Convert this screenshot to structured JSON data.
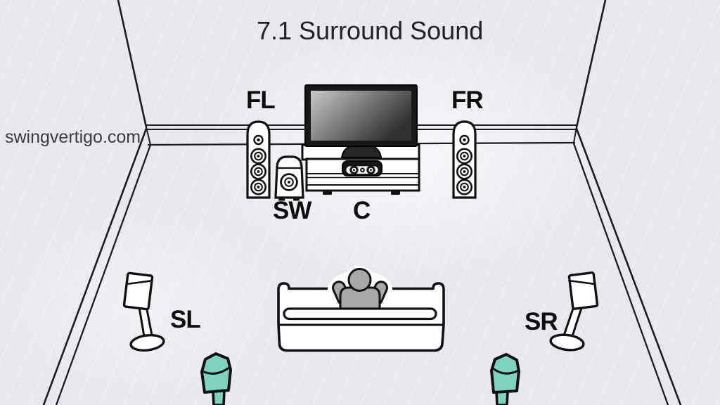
{
  "title": "7.1 Surround Sound",
  "watermark": "swingvertigo.com",
  "speakers": {
    "front_left": "FL",
    "front_right": "FR",
    "subwoofer": "SW",
    "center": "C",
    "surround_left": "SL",
    "surround_right": "SR"
  },
  "colors": {
    "background": "#e9e8ef",
    "outline": "#1b1b22",
    "speaker_body": "#ffffff",
    "rear_speaker_teal": "#7fd2c0",
    "person_gray": "#a8a8a8",
    "tv_screen_light": "#c9c9c9",
    "tv_screen_dark": "#303030"
  }
}
